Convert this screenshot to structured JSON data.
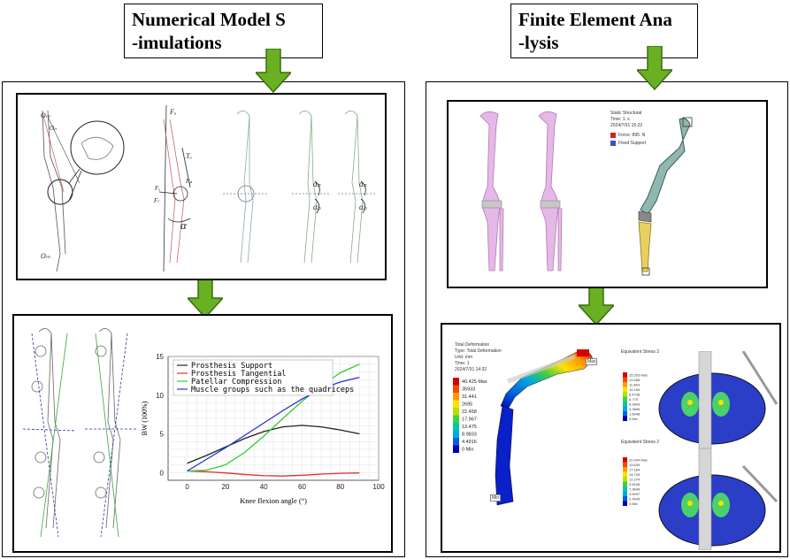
{
  "titles": {
    "left_line1": "Numerical Model S",
    "left_line2": "-imulations",
    "right_line1": "Finite Element Ana",
    "right_line2": "-lysis"
  },
  "knee_diagram": {
    "labels": [
      "Oₘ",
      "Oₙ",
      "Oᵡ",
      "Fₐ",
      "Fₚ",
      "Fₓ",
      "Fₗ",
      "Tₐ",
      "α",
      "αₙ",
      "αₚ",
      "αₙ",
      "αₚ",
      "Oₘ"
    ]
  },
  "fea_setup": {
    "title": "Static Structural",
    "time": "Time: 1. s",
    "date": "2024/7/31 15:22",
    "legend": [
      {
        "key": "A",
        "label": "Force: 895. N",
        "color": "#d62020"
      },
      {
        "key": "B",
        "label": "Fixed Support",
        "color": "#3355cc"
      }
    ]
  },
  "fea_result": {
    "title": "Total Deformation",
    "type": "Type: Total Deformation",
    "unit": "Unit: mm",
    "time": "Time: 1",
    "date": "2024/7/31 14:32",
    "max_tag": "Max",
    "min_tag": "Min",
    "legend": [
      {
        "value": "40.425 Max",
        "color": "#d40000"
      },
      {
        "value": "35933",
        "color": "#ff4500"
      },
      {
        "value": "31.441",
        "color": "#ff9a00"
      },
      {
        "value": "2695",
        "color": "#ffe000"
      },
      {
        "value": "22.458",
        "color": "#b8e000"
      },
      {
        "value": "17.967",
        "color": "#40d040"
      },
      {
        "value": "13.475",
        "color": "#00c8a0"
      },
      {
        "value": "8.9833",
        "color": "#00a8e0"
      },
      {
        "value": "4.4916",
        "color": "#0060e0"
      },
      {
        "value": "0 Min",
        "color": "#0000b0"
      }
    ],
    "stress_panels": [
      {
        "title": "Equivalent Stress 2",
        "values": [
          "15.253 Max",
          "13.558",
          "11.864",
          "10.169",
          "8.4738",
          "6.779",
          "5.0843",
          "3.3895",
          "1.6948",
          "0 Min"
        ]
      },
      {
        "title": "Equivalent Stress 2",
        "values": [
          "22.094 Max",
          "19.639",
          "17.184",
          "14.729",
          "12.274",
          "9.8195",
          "7.3646",
          "4.9097",
          "2.4549",
          "0 Min"
        ]
      }
    ]
  },
  "chart_data": {
    "type": "line",
    "title": "",
    "xlabel": "Knee flexion angle (°)",
    "ylabel": "BW (100%)",
    "xlim": [
      -10,
      100
    ],
    "ylim": [
      -1,
      15
    ],
    "xticks": [
      0,
      20,
      40,
      60,
      80,
      100
    ],
    "yticks": [
      0,
      5,
      10,
      15
    ],
    "grid": true,
    "legend_position": "top-left",
    "x": [
      0,
      10,
      20,
      30,
      40,
      50,
      60,
      70,
      80,
      90
    ],
    "series": [
      {
        "name": "Prosthesis Support",
        "color": "#222222",
        "values": [
          1.2,
          2.2,
          3.3,
          4.4,
          5.3,
          5.9,
          6.1,
          5.9,
          5.5,
          5.0
        ]
      },
      {
        "name": "Prosthesis Tangential",
        "color": "#e03030",
        "values": [
          0.2,
          0.1,
          -0.05,
          -0.25,
          -0.4,
          -0.45,
          -0.35,
          -0.2,
          -0.1,
          -0.05
        ]
      },
      {
        "name": "Patellar Compression",
        "color": "#30cc30",
        "values": [
          0.2,
          0.3,
          1.0,
          2.6,
          4.7,
          7.0,
          9.2,
          11.2,
          12.9,
          14.0
        ]
      },
      {
        "name": "Muscle groups such as the quadriceps",
        "color": "#2233dd",
        "values": [
          0.2,
          1.7,
          3.2,
          4.8,
          6.4,
          8.0,
          9.5,
          10.8,
          11.7,
          12.3
        ]
      }
    ]
  }
}
